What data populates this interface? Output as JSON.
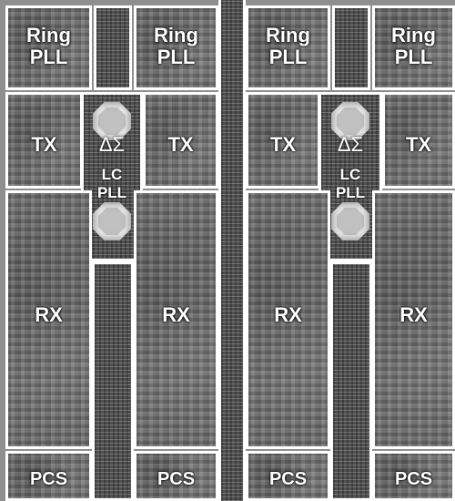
{
  "labels": {
    "ring_pll": "Ring\nPLL",
    "tx": "TX",
    "rx": "RX",
    "pcs": "PCS",
    "delta_sigma": "ΔΣ",
    "lc_pll": "LC\nPLL"
  }
}
